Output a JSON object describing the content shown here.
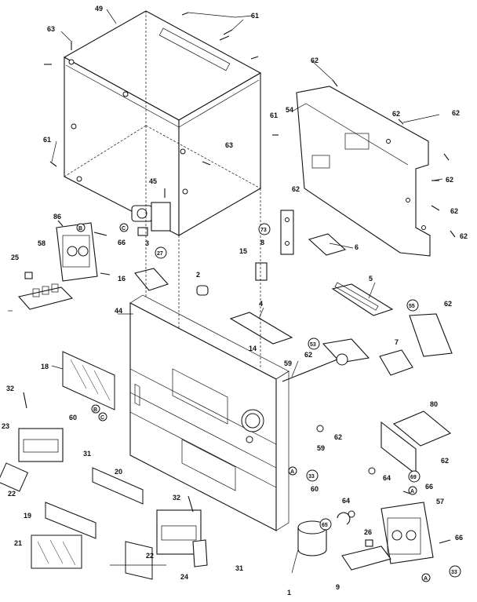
{
  "callouts": [
    {
      "id": "c49",
      "text": "49"
    },
    {
      "id": "c61a",
      "text": "61"
    },
    {
      "id": "c63a",
      "text": "63"
    },
    {
      "id": "c61b",
      "text": "61"
    },
    {
      "id": "c61c",
      "text": "61"
    },
    {
      "id": "c63b",
      "text": "63"
    },
    {
      "id": "c62a",
      "text": "62"
    },
    {
      "id": "c54",
      "text": "54"
    },
    {
      "id": "c62b",
      "text": "62"
    },
    {
      "id": "c62c",
      "text": "62"
    },
    {
      "id": "c62d",
      "text": "62"
    },
    {
      "id": "c62e",
      "text": "62"
    },
    {
      "id": "c62f",
      "text": "62"
    },
    {
      "id": "c62g",
      "text": "62"
    },
    {
      "id": "c45",
      "text": "45"
    },
    {
      "id": "c3",
      "text": "3"
    },
    {
      "id": "c86",
      "text": "86"
    },
    {
      "id": "c58",
      "text": "58"
    },
    {
      "id": "c66a",
      "text": "66"
    },
    {
      "id": "c25",
      "text": "25"
    },
    {
      "id": "c16",
      "text": "16"
    },
    {
      "id": "c2",
      "text": "2"
    },
    {
      "id": "c15",
      "text": "15"
    },
    {
      "id": "c8",
      "text": "8"
    },
    {
      "id": "c6",
      "text": "6"
    },
    {
      "id": "c5",
      "text": "5"
    },
    {
      "id": "c4",
      "text": "4"
    },
    {
      "id": "c44",
      "text": "44"
    },
    {
      "id": "c14",
      "text": "14"
    },
    {
      "id": "c62h",
      "text": "62"
    },
    {
      "id": "c7",
      "text": "7"
    },
    {
      "id": "c18",
      "text": "18"
    },
    {
      "id": "c59a",
      "text": "59"
    },
    {
      "id": "c32a",
      "text": "32"
    },
    {
      "id": "c60a",
      "text": "60"
    },
    {
      "id": "c23",
      "text": "23"
    },
    {
      "id": "c31a",
      "text": "31"
    },
    {
      "id": "c20",
      "text": "20"
    },
    {
      "id": "c22a",
      "text": "22"
    },
    {
      "id": "c19",
      "text": "19"
    },
    {
      "id": "c21",
      "text": "21"
    },
    {
      "id": "c32b",
      "text": "32"
    },
    {
      "id": "c22b",
      "text": "22"
    },
    {
      "id": "c24",
      "text": "24"
    },
    {
      "id": "c31b",
      "text": "31"
    },
    {
      "id": "c62i",
      "text": "62"
    },
    {
      "id": "c59b",
      "text": "59"
    },
    {
      "id": "c62j",
      "text": "62"
    },
    {
      "id": "c60b",
      "text": "60"
    },
    {
      "id": "c64a",
      "text": "64"
    },
    {
      "id": "c64b",
      "text": "64"
    },
    {
      "id": "c80",
      "text": "80"
    },
    {
      "id": "c62k",
      "text": "62"
    },
    {
      "id": "c66b",
      "text": "66"
    },
    {
      "id": "c57",
      "text": "57"
    },
    {
      "id": "c26",
      "text": "26"
    },
    {
      "id": "c66c",
      "text": "66"
    },
    {
      "id": "c9",
      "text": "9"
    },
    {
      "id": "c1",
      "text": "1"
    }
  ],
  "circled_refs": [
    {
      "id": "r73",
      "text": "73"
    },
    {
      "id": "r27",
      "text": "27"
    },
    {
      "id": "r53",
      "text": "53"
    },
    {
      "id": "r55",
      "text": "55"
    },
    {
      "id": "r69",
      "text": "69"
    },
    {
      "id": "r33a",
      "text": "33"
    },
    {
      "id": "r65",
      "text": "65"
    },
    {
      "id": "r33b",
      "text": "33"
    }
  ],
  "connector_letters": [
    {
      "id": "lC1",
      "text": "C"
    },
    {
      "id": "lB1",
      "text": "B"
    },
    {
      "id": "lB2",
      "text": "B"
    },
    {
      "id": "lC2",
      "text": "C"
    },
    {
      "id": "lA1",
      "text": "A"
    },
    {
      "id": "lA2",
      "text": "A"
    },
    {
      "id": "lA3",
      "text": "A"
    }
  ]
}
